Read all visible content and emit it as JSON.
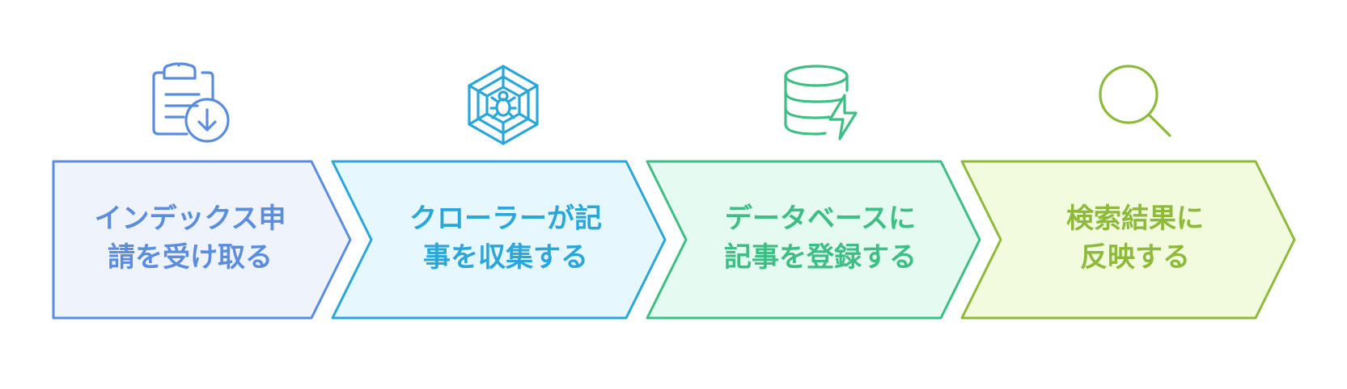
{
  "steps": [
    {
      "lines": [
        "インデックス申",
        "請を受け取る"
      ],
      "icon": "clipboard-download-icon",
      "stroke": "#5B8DDF",
      "fill": "#EEF3FC",
      "text_color": "#5B8DDF"
    },
    {
      "lines": [
        "クローラーが記",
        "事を収集する"
      ],
      "icon": "spider-web-icon",
      "stroke": "#2AA6D9",
      "fill": "#E6F7FD",
      "text_color": "#2AA6D9"
    },
    {
      "lines": [
        "データベースに",
        "記事を登録する"
      ],
      "icon": "database-lightning-icon",
      "stroke": "#3DBE84",
      "fill": "#E5FAF0",
      "text_color": "#3DBE84"
    },
    {
      "lines": [
        "検索結果に",
        "反映する"
      ],
      "icon": "magnifier-icon",
      "stroke": "#8EBA3C",
      "fill": "#F3FBDF",
      "text_color": "#8EBA3C"
    }
  ]
}
